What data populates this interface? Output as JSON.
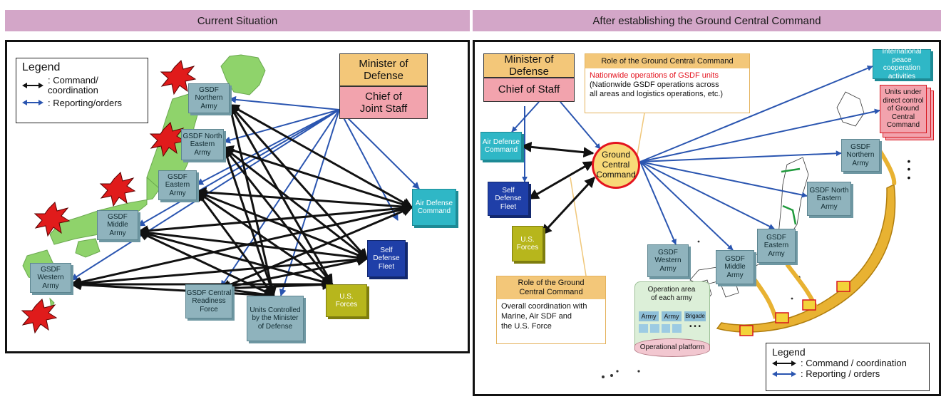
{
  "left": {
    "header": "Current Situation",
    "legend": {
      "title": "Legend",
      "command": ": Command/\ncoordination",
      "reporting": ": Reporting/orders"
    },
    "minister": "Minister of\nDefense",
    "chief": "Chief of\nJoint Staff",
    "northern": "GSDF\nNorthern\nArmy",
    "northeastern": "GSDF North\nEastern\nArmy",
    "eastern": "GSDF\nEastern\nArmy",
    "middle": "GSDF\nMiddle\nArmy",
    "western": "GSDF\nWestern\nArmy",
    "crf": "GSDF Central\nReadiness\nForce",
    "units": "Units Controlled\nby the Minister\nof Defense",
    "usf": "U.S.\nForces",
    "fleet": "Self\nDefense\nFleet",
    "air": "Air Defense\nCommand"
  },
  "right": {
    "header": "After establishing the Ground Central Command",
    "minister": "Minister of Defense",
    "chief": "Chief of Staff",
    "role_top": {
      "title": "Role of the Ground Central Command",
      "highlight": "Nationwide operations of GSDF units",
      "body": "(Nationwide GSDF operations across\nall areas and logistics operations, etc.)"
    },
    "gcc": "Ground\nCentral\nCommand",
    "air": "Air Defense\nCommand",
    "fleet": "Self\nDefense\nFleet",
    "usf": "U.S.\nForces",
    "role_bottom": {
      "title": "Role of the Ground\nCentral Command",
      "body": "Overall coordination with\nMarine, Air SDF and\nthe U.S. Force"
    },
    "intl": "International\npeace cooperation\nactivities",
    "direct": "Units under\ndirect control\nof Ground\nCentral\nCommand",
    "northern": "GSDF\nNorthern\nArmy",
    "northeastern": "GSDF North\nEastern\nArmy",
    "eastern": "GSDF\nEastern\nArmy",
    "middle": "GSDF\nMiddle\nArmy",
    "western": "GSDF\nWestern\nArmy",
    "op_area": "Operation area\nof each army",
    "op_army1": "Army",
    "op_army2": "Army",
    "op_brigade": "Brigade",
    "op_dots": "• • •",
    "op_platform": "Operational platform",
    "ellipsis": "•\n•\n•",
    "legend": {
      "title": "Legend",
      "command": ": Command / coordination",
      "reporting": ": Reporting / orders"
    }
  },
  "colors": {
    "header": "#d3a6c8",
    "report_arrow": "#2a55b0",
    "command_arrow": "#111111",
    "land": "#8fd36b"
  }
}
